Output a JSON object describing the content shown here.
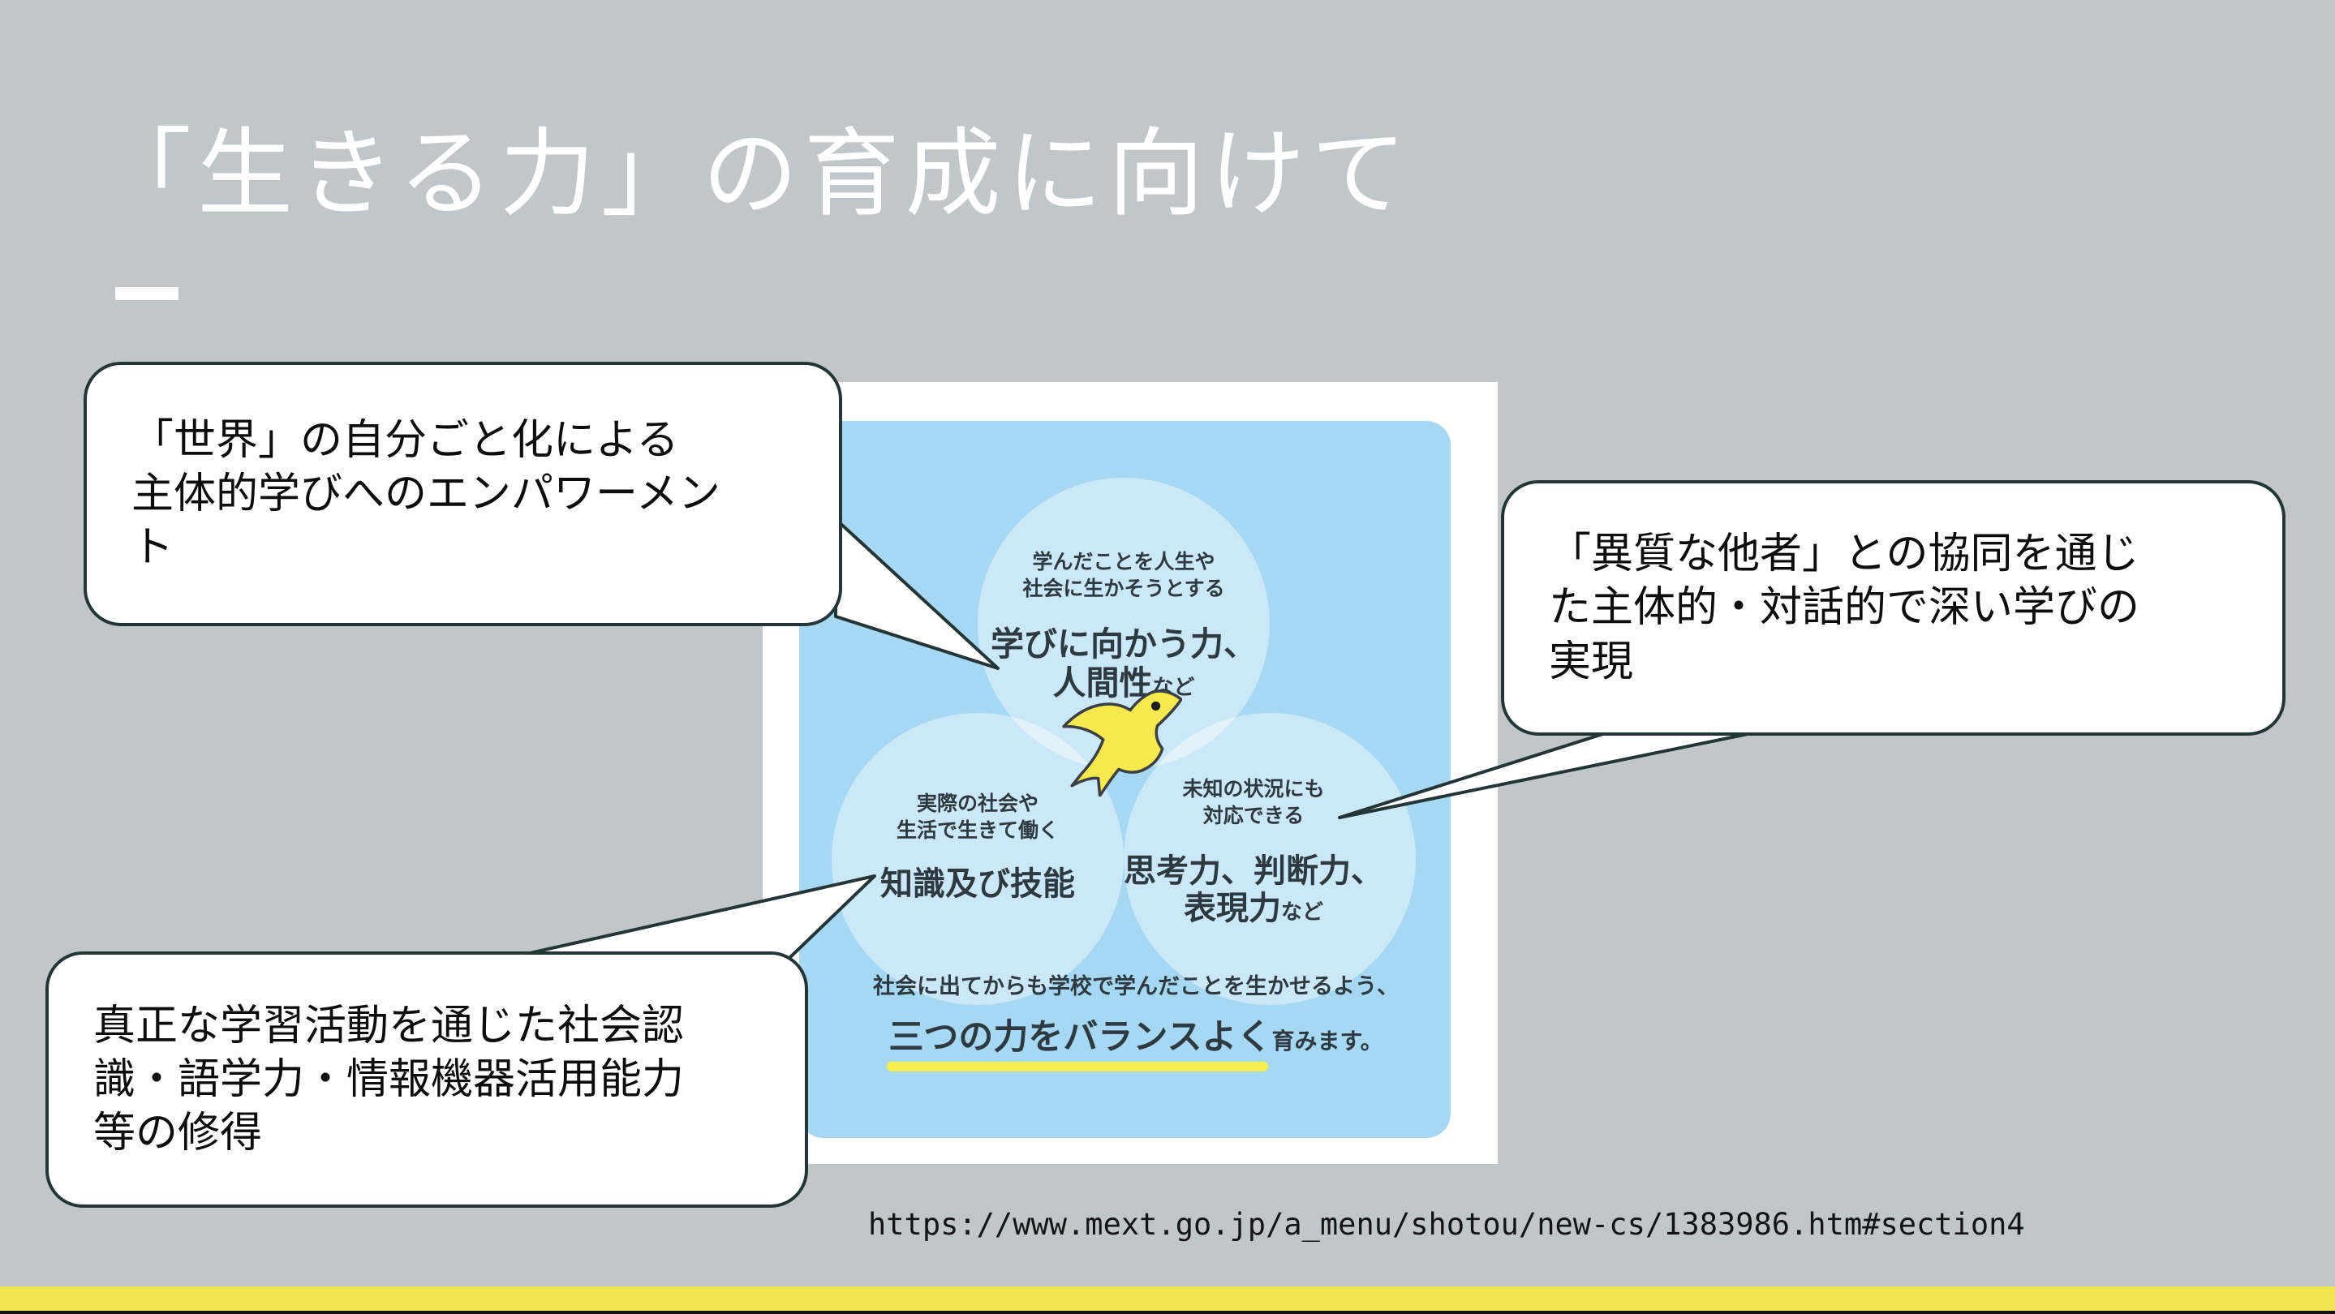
{
  "slide": {
    "title": "「生きる力」の育成に向けて",
    "source_url": "https://www.mext.go.jp/a_menu/shotou/new-cs/1383986.htm#section4"
  },
  "callouts": {
    "top_left": "「世界」の自分ごと化による\n主体的学びへのエンパワーメン\nト",
    "right": "「異質な他者」との協同を通じ\nた主体的・対話的で深い学びの\n実現",
    "bottom_left": "真正な学習活動を通じた社会認\n識・語学力・情報機器活用能力\n等の修得"
  },
  "diagram": {
    "top_circle": {
      "small": "学んだことを人生や\n社会に生かそうとする",
      "big": "学びに向かう力、\n人間性",
      "suffix": "など"
    },
    "left_circle": {
      "small": "実際の社会や\n生活で生きて働く",
      "big": "知識及び技能",
      "suffix": ""
    },
    "right_circle": {
      "small": "未知の状況にも\n対応できる",
      "big": "思考力、判断力、\n表現力",
      "suffix": "など"
    },
    "caption": {
      "small": "社会に出てからも学校で学んだことを生かせるよう、",
      "big": "三つの力をバランスよく",
      "suffix": "育みます。"
    },
    "bird_icon": "yellow-swallow"
  },
  "colors": {
    "background": "#C1C7C9",
    "diagram-blue": "#A6D7F3",
    "frame-white": "#FFFFFF",
    "callout-border": "#233536",
    "accent-yellow": "#F1E44E",
    "underline-yellow": "#F4EF4D",
    "bird-yellow": "#F6E84E",
    "text-dark": "#2E3A42"
  }
}
